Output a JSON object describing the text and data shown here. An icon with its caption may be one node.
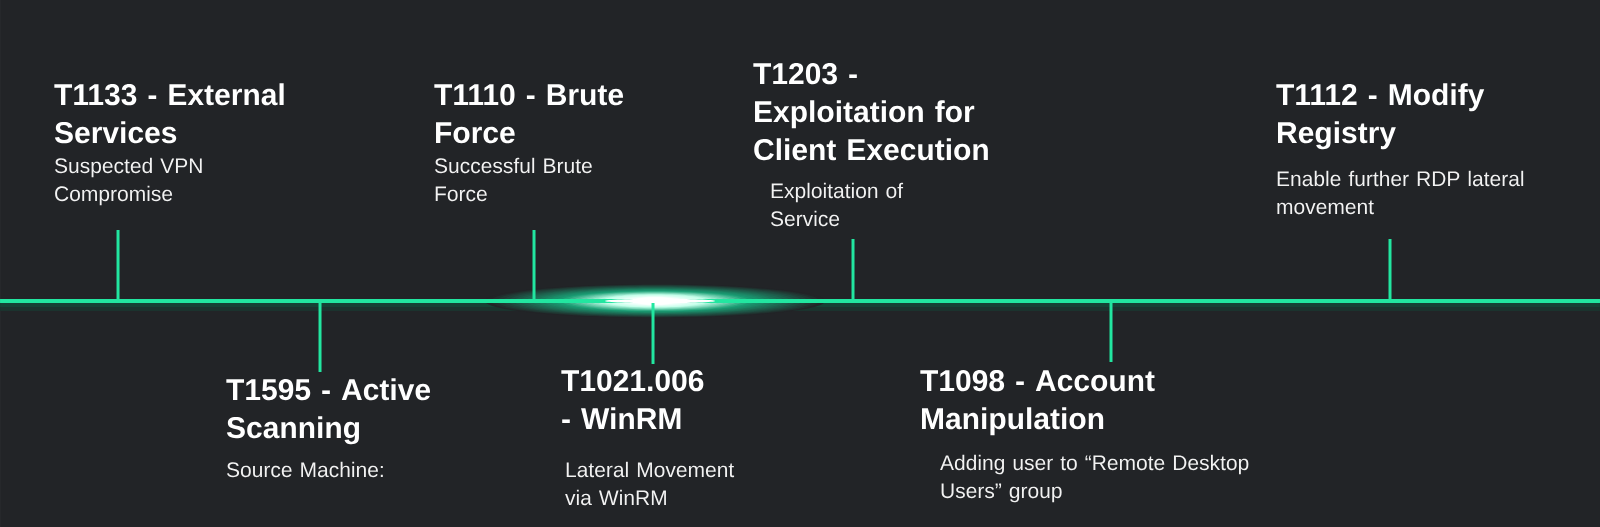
{
  "diagram": {
    "nodes": [
      {
        "text": [
          "T1133 - External Services",
          "Suspected VPN Compromise"
        ]
      },
      {
        "text": [
          "T1595 - Active Scanning",
          "Source Machine:"
        ]
      },
      {
        "text": [
          "T1110 - Brute Force",
          "Successful Brute Force"
        ]
      },
      {
        "text": [
          "T1021.006 - WinRM",
          "Lateral Movement via WinRM"
        ]
      },
      {
        "text": [
          "T1203 - Exploitation for Client Execution",
          "Exploitation of Service"
        ]
      },
      {
        "text": [
          "T1098 - Account Manipulation",
          "Adding user to “Remote Desktop Users” group"
        ]
      },
      {
        "text": [
          "T1112 - Modify Registry",
          "Enable further RDP lateral movement"
        ]
      },
      {
        "text": [],
        "shape": "bar"
      }
    ],
    "edges": [
      {
        "from": 0,
        "to": 7,
        "arrow": "none"
      },
      {
        "from": 1,
        "to": 7,
        "arrow": "none"
      },
      {
        "from": 2,
        "to": 7,
        "arrow": "none"
      },
      {
        "from": 3,
        "to": 7,
        "arrow": "none"
      },
      {
        "from": 4,
        "to": 7,
        "arrow": "none"
      },
      {
        "from": 5,
        "to": 7,
        "arrow": "none"
      },
      {
        "from": 6,
        "to": 7,
        "arrow": "none"
      }
    ]
  }
}
